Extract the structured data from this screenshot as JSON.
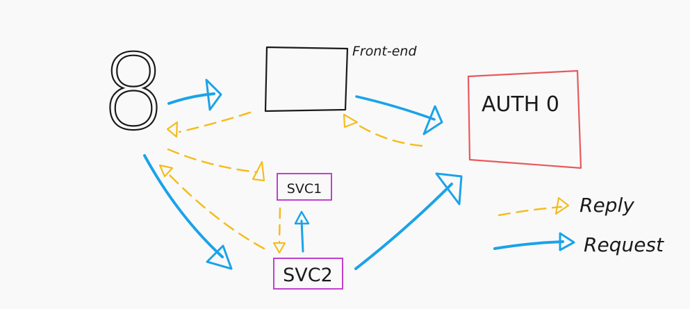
{
  "diagram": {
    "user_symbol": "8",
    "frontend_label": "Front-end",
    "auth_label": "AUTH 0",
    "svc1_label": "SVC1",
    "svc2_label": "SVC2"
  },
  "legend": {
    "reply_label": "Reply",
    "request_label": "Request"
  },
  "colors": {
    "background": "#f9f9f9",
    "request_arrow": "#1aa3e8",
    "reply_arrow": "#f5bc1c",
    "auth_box": "#e8595c",
    "svc_box": "#c13fcf",
    "frontend_box": "#1a1a1a"
  }
}
